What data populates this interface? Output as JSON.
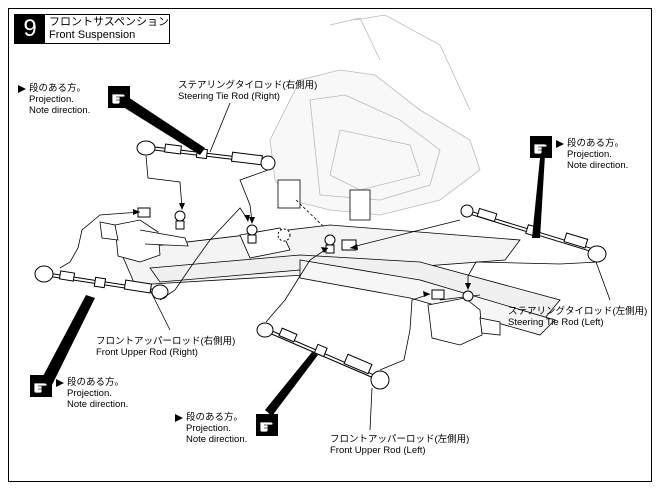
{
  "step": {
    "number": "9",
    "title_jp": "フロントサスペンション",
    "title_en": "Front Suspension"
  },
  "labels": {
    "tie_rod_right_jp": "ステアリングタイロッド(右側用)",
    "tie_rod_right_en": "Steering Tie Rod (Right)",
    "tie_rod_left_jp": "ステアリングタイロッド(左側用)",
    "tie_rod_left_en": "Steering Tie Rod (Left)",
    "upper_rod_right_jp": "フロントアッパーロッド(右側用)",
    "upper_rod_right_en": "Front Upper Rod (Right)",
    "upper_rod_left_jp": "フロントアッパーロッド(左側用)",
    "upper_rod_left_en": "Front Upper Rod (Left)"
  },
  "notes": {
    "jp": "段のある方。",
    "line1": "Projection.",
    "line2": "Note direction."
  },
  "icons": {
    "pointing_hand": "pointing-hand-icon",
    "arrow": "right-triangle-arrow-icon"
  }
}
